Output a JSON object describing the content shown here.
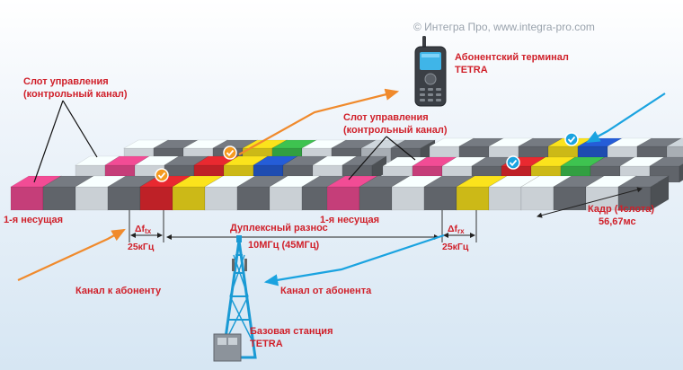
{
  "copyright": "© Интегра Про, www.integra-pro.com",
  "labels": {
    "terminal_title": "Абонентский терминал",
    "terminal_sub": "TETRA",
    "slot_left_1": "Слот управления",
    "slot_left_2": "(контрольный канал)",
    "slot_right_1": "Слот управления",
    "slot_right_2": "(контрольный канал)",
    "carrier_left": "1-я несущая",
    "carrier_right": "1-я несущая",
    "delta_tx": "Δf",
    "delta_tx_sub": "tx",
    "delta_rx": "Δf",
    "delta_rx_sub": "rx",
    "khz_left": "25кГц",
    "khz_right": "25кГц",
    "duplex_1": "Дуплексный разнос",
    "duplex_2": "10МГц (45МГц)",
    "frame_1": "Кадр (4слота)",
    "frame_2": "56,67мс",
    "channel_to": "Канал к абоненту",
    "channel_from": "Канал от абонента",
    "bs_1": "Базовая станция",
    "bs_2": "TETRA"
  },
  "colors": {
    "red_text": "#d0202a",
    "orange_arrow": "#f08a2c",
    "blue_arrow": "#1aa3e0",
    "magenta": "#e0468a",
    "red_block": "#d8262c",
    "yellow_block": "#e8d21a",
    "light_block": "#e6ecf2",
    "grey_block": "#6d7278"
  }
}
